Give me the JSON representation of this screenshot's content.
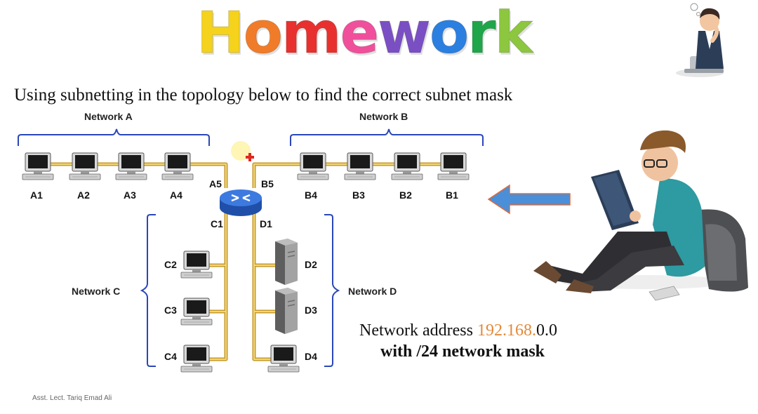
{
  "slide": {
    "title_letters": [
      {
        "ch": "H",
        "color": "#f5d21c"
      },
      {
        "ch": "o",
        "color": "#f07c2a"
      },
      {
        "ch": "m",
        "color": "#e8312e"
      },
      {
        "ch": "e",
        "color": "#f0509b"
      },
      {
        "ch": "w",
        "color": "#7b4fc4"
      },
      {
        "ch": "o",
        "color": "#2b7fe0"
      },
      {
        "ch": "r",
        "color": "#1fa64a"
      },
      {
        "ch": "k",
        "color": "#8dc63f"
      }
    ],
    "question": "Using subnetting in the topology below to find the correct subnet mask",
    "address_prefix": "Network address ",
    "address_highlight": "192.168.",
    "address_suffix": "0.0",
    "mask_text": "with /24 network mask",
    "author": "Asst. Lect. Tariq Emad Ali"
  },
  "topology": {
    "network_a": {
      "label": "Network A",
      "nodes": [
        "A1",
        "A2",
        "A3",
        "A4"
      ]
    },
    "network_b": {
      "label": "Network B",
      "nodes": [
        "B4",
        "B3",
        "B2",
        "B1"
      ]
    },
    "network_c": {
      "label": "Network C",
      "nodes": [
        "C2",
        "C3",
        "C4"
      ]
    },
    "network_d": {
      "label": "Network D",
      "nodes": [
        "D2",
        "D3",
        "D4"
      ]
    },
    "router_ports": {
      "a": "A5",
      "b": "B5",
      "c": "C1",
      "d": "D1"
    }
  },
  "icons": {
    "computer": "computer-icon",
    "server": "server-icon",
    "router": "router-icon",
    "arrow": "arrow-left-icon",
    "student": "student-with-laptop-illustration",
    "thinker": "thinking-man-illustration"
  },
  "colors": {
    "cable": "#e8c24a",
    "brace": "#2a47b8",
    "router": "#2e63c9",
    "arrow": "#4a8fd8",
    "highlight": "#e38a3a"
  }
}
